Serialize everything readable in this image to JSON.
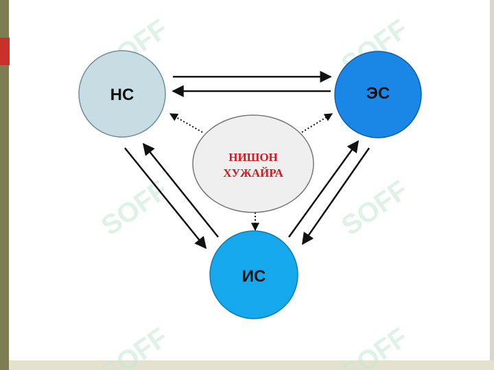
{
  "nodes": {
    "ns": {
      "label": "НС",
      "fill": "#c7dde3"
    },
    "es": {
      "label": "ЭС",
      "fill": "#1a86e6"
    },
    "is": {
      "label": "ИС",
      "fill": "#15a8ec"
    },
    "center": {
      "line1": "НИШОН",
      "line2": "ХУЖАЙРА",
      "fill": "#efefef",
      "text_color": "#d7191f"
    }
  },
  "watermark": {
    "text": "SOFF",
    "color": "#c5e8d3"
  },
  "colors": {
    "frame": "#7d7c52",
    "accent": "#c8302a"
  }
}
